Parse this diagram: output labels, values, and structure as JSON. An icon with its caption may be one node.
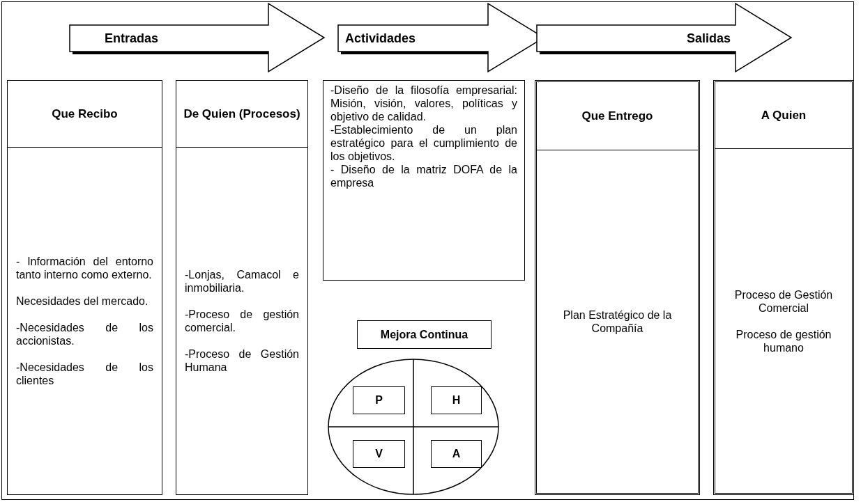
{
  "diagram": {
    "nodes": [
      {
        "text": [
          "Entradas"
        ]
      },
      {
        "text": [
          "Actividades"
        ]
      },
      {
        "text": [
          "Salidas"
        ]
      },
      {
        "text": [
          "Que Recibo",
          "- Información del entorno tanto interno como externo.",
          "Necesidades del mercado.",
          "-Necesidades de los accionistas.",
          "-Necesidades de los clientes"
        ]
      },
      {
        "text": [
          "De Quien (Procesos)",
          "-Lonjas, Camacol e inmobiliaria.",
          "-Proceso de gestión comercial.",
          "-Proceso de Gestión Humana"
        ]
      },
      {
        "text": [
          "-Diseño de la filosofía empresarial: Misión, visión, valores, políticas y objetivo de calidad.",
          "-Establecimiento de un plan estratégico para el cumplimiento de los objetivos.",
          "- Diseño de la matriz DOFA de la empresa"
        ]
      },
      {
        "text": [
          "Mejora Continua"
        ]
      },
      {
        "text": [],
        "shape": "circle"
      },
      {
        "text": [
          "P"
        ],
        "in": 7
      },
      {
        "text": [
          "H"
        ],
        "in": 7
      },
      {
        "text": [
          "V"
        ],
        "in": 7
      },
      {
        "text": [
          "A"
        ],
        "in": 7
      },
      {
        "text": [
          "Que Entrego",
          "Plan Estratégico de la Compañía"
        ]
      },
      {
        "text": [
          "A Quien",
          "Proceso de Gestión Comercial",
          "Proceso de gestión humano"
        ]
      }
    ],
    "edges": []
  }
}
